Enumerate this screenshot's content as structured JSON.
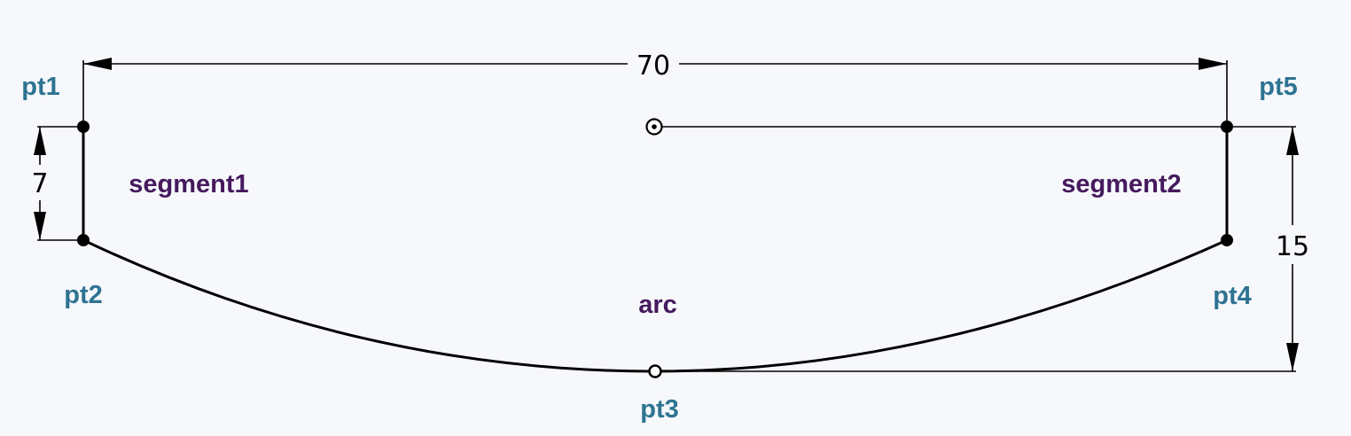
{
  "labels": {
    "pt1": "pt1",
    "pt2": "pt2",
    "pt3": "pt3",
    "pt4": "pt4",
    "pt5": "pt5",
    "segment1": "segment1",
    "segment2": "segment2",
    "arc": "arc"
  },
  "dimensions": {
    "width": "70",
    "left_height": "7",
    "right_height": "15"
  },
  "colors": {
    "background": "#f6f8fb",
    "point_label": "#2e7392",
    "segment_label": "#46195e",
    "geometry": "#000000"
  }
}
